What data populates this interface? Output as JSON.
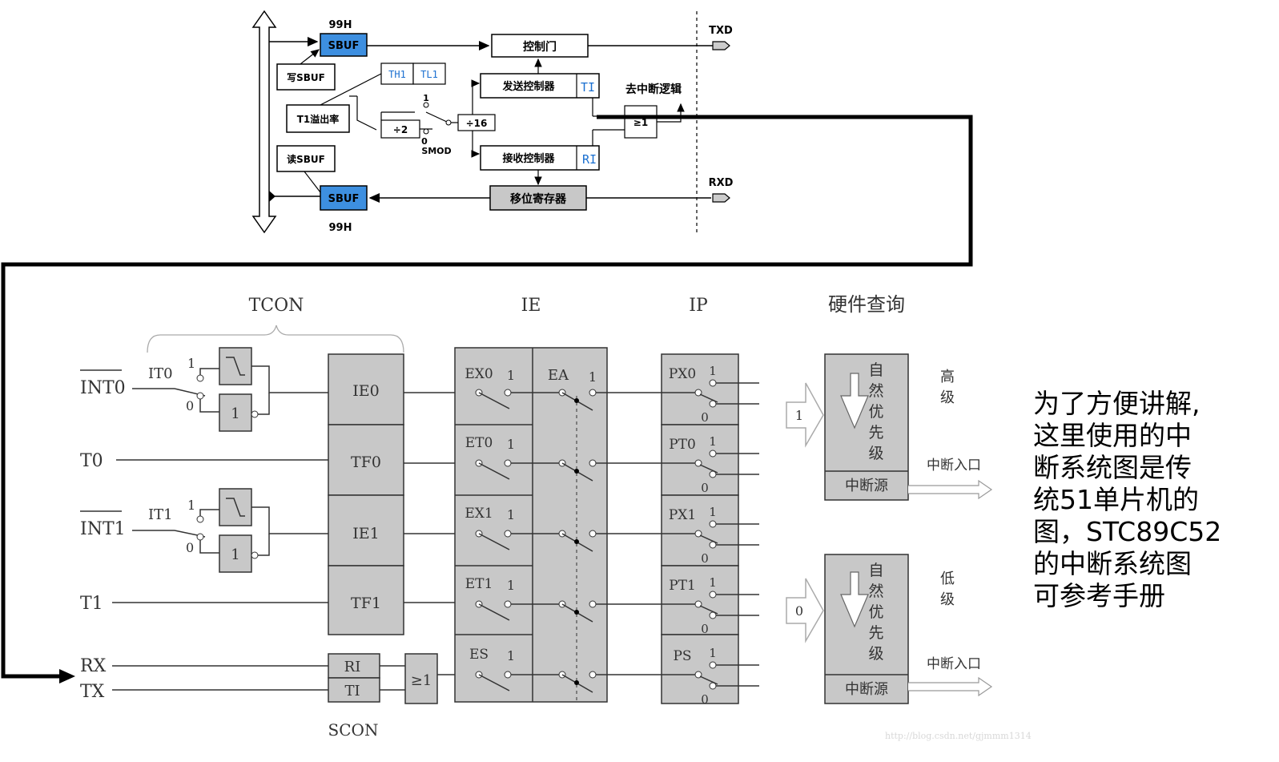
{
  "uart": {
    "sbuf_tx": "SBUF",
    "sbuf_rx": "SBUF",
    "addr_top": "99H",
    "addr_bottom": "99H",
    "write_sbuf": "写SBUF",
    "read_sbuf": "读SBUF",
    "t1_overflow": "T1溢出率",
    "th1": "TH1",
    "tl1": "TL1",
    "div2": "÷2",
    "div16": "÷16",
    "one": "1",
    "zero": "0",
    "smod": "SMOD",
    "control_gate": "控制门",
    "tx_controller": "发送控制器",
    "rx_controller": "接收控制器",
    "ti": "TI",
    "ri": "RI",
    "to_interrupt": "去中断逻辑",
    "or_gate": "≥1",
    "shift_reg": "移位寄存器",
    "txd": "TXD",
    "rxd": "RXD"
  },
  "interrupt": {
    "tcon": "TCON",
    "ie": "IE",
    "ip": "IP",
    "hw_query": "硬件查询",
    "scon": "SCON",
    "in_int0": "INT0",
    "in_t0": "T0",
    "in_int1": "INT1",
    "in_t1": "T1",
    "in_rx": "RX",
    "in_tx": "TX",
    "it0": "IT0",
    "it1": "IT1",
    "one": "1",
    "zero": "0",
    "flag_ie0": "IE0",
    "flag_tf0": "TF0",
    "flag_ie1": "IE1",
    "flag_tf1": "TF1",
    "flag_ri": "RI",
    "flag_ti": "TI",
    "or_gate": "≥1",
    "ex0": "EX0",
    "et0": "ET0",
    "ex1": "EX1",
    "et1": "ET1",
    "es": "ES",
    "ea": "EA",
    "px0": "PX0",
    "pt0": "PT0",
    "px1": "PX1",
    "pt1": "PT1",
    "ps": "PS",
    "prio_high_in": "1",
    "prio_low_in": "0",
    "natural_priority": [
      "自",
      "然",
      "优",
      "先",
      "级"
    ],
    "int_source": "中断源",
    "high": [
      "高",
      "级"
    ],
    "low": [
      "低",
      "级"
    ],
    "int_entry": "中断入口",
    "watermark": "http://blog.csdn.net/gjmmm1314"
  },
  "note": {
    "lines": [
      "为了方便讲解,",
      "这里使用的中",
      "断系统图是传",
      "统51单片机的",
      "图，STC89C52",
      "的中断系统图",
      "可参考手册"
    ]
  },
  "colors": {
    "sbuf_blue": "#3d8fe0",
    "box_gray": "#c8c8c8",
    "ti_ri_blue": "#1a6fd0"
  }
}
